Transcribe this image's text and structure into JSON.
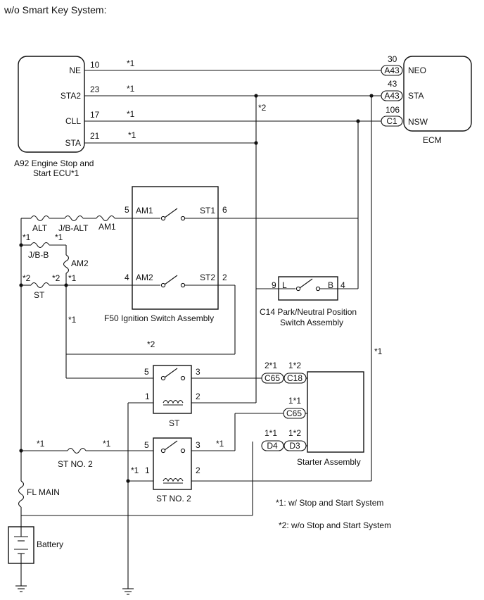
{
  "header": {
    "title": "w/o Smart Key System:"
  },
  "ecu": {
    "label_line1": "A92  Engine Stop and",
    "label_line2": "Start ECU*1",
    "pins": {
      "ne": "NE",
      "sta2": "STA2",
      "cll": "CLL",
      "sta": "STA"
    },
    "pin_numbers": {
      "ne": "10",
      "sta2": "23",
      "cll": "17",
      "sta": "21"
    }
  },
  "ecm": {
    "label": "ECM",
    "pins": {
      "neo": "NEO",
      "sta": "STA",
      "nsw": "NSW"
    },
    "pin_numbers": {
      "neo": "30",
      "sta": "43",
      "nsw": "106"
    },
    "connectors": {
      "neo": "A43",
      "sta": "A43",
      "nsw": "C1"
    }
  },
  "notes": {
    "n1": "*1",
    "n2": "*2",
    "n1x": "*1",
    "n2x": "*2"
  },
  "fuses": {
    "alt": "ALT",
    "jb_alt": "J/B-ALT",
    "am1": "AM1",
    "jb_b": "J/B-B",
    "am2": "AM2",
    "st": "ST",
    "st_no2": "ST NO. 2",
    "fl_main": "FL MAIN"
  },
  "ignition": {
    "label": "F50  Ignition Switch Assembly",
    "am1": "AM1",
    "st1": "ST1",
    "am2": "AM2",
    "st2": "ST2",
    "pin_am1": "5",
    "pin_st1": "6",
    "pin_am2": "4",
    "pin_st2": "2"
  },
  "pnp_switch": {
    "label_line1": "C14  Park/Neutral Position",
    "label_line2": "Switch Assembly",
    "l": "L",
    "b": "B",
    "pin_l": "9",
    "pin_b": "4"
  },
  "relays": {
    "st": {
      "label": "ST",
      "pin5": "5",
      "pin3": "3",
      "pin1": "1",
      "pin2": "2"
    },
    "st_no2": {
      "label": "ST NO. 2",
      "pin5": "5",
      "pin3": "3",
      "pin1": "1",
      "pin2": "2"
    }
  },
  "starter": {
    "label": "Starter Assembly",
    "connectors": {
      "c65a": "C65",
      "c18": "C18",
      "c65b": "C65",
      "d4": "D4",
      "d3": "D3"
    },
    "pins": {
      "c65a": "2*1",
      "c18": "1*2",
      "c65b": "1*1",
      "d4": "1*1",
      "d3": "1*2"
    }
  },
  "battery": {
    "label": "Battery"
  },
  "legend": {
    "n1": "*1: w/ Stop and Start System",
    "n2": "*2: w/o Stop and Start System"
  }
}
